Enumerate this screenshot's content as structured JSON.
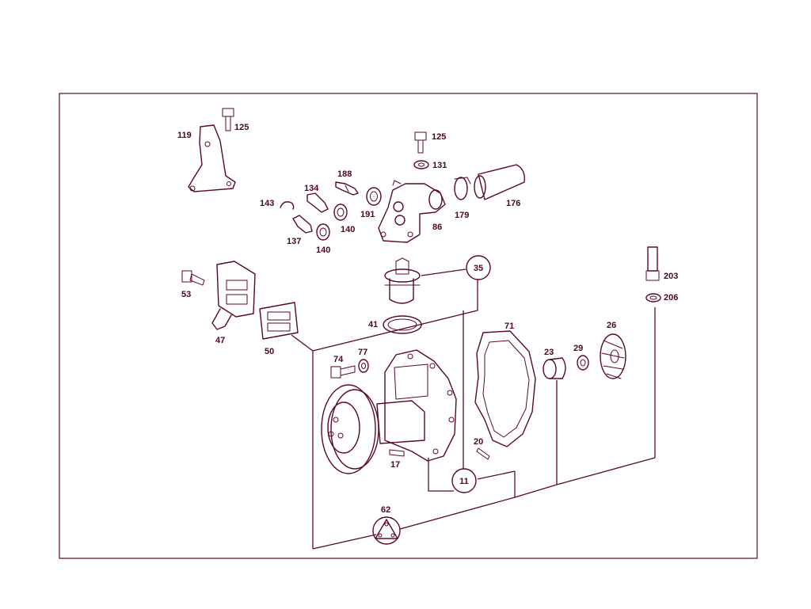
{
  "labels": {
    "p119": "119",
    "p125a": "125",
    "p125b": "125",
    "p131": "131",
    "p188": "188",
    "p134": "134",
    "p143": "143",
    "p137": "137",
    "p140a": "140",
    "p140b": "140",
    "p191": "191",
    "p86": "86",
    "p179": "179",
    "p176": "176",
    "p53": "53",
    "p47": "47",
    "p50": "50",
    "p41": "41",
    "p74": "74",
    "p77": "77",
    "p71": "71",
    "p23": "23",
    "p29": "29",
    "p26": "26",
    "p203": "203",
    "p206": "206",
    "p20": "20",
    "p17": "17",
    "p62": "62"
  },
  "callouts": {
    "c35": "35",
    "c11": "11"
  }
}
